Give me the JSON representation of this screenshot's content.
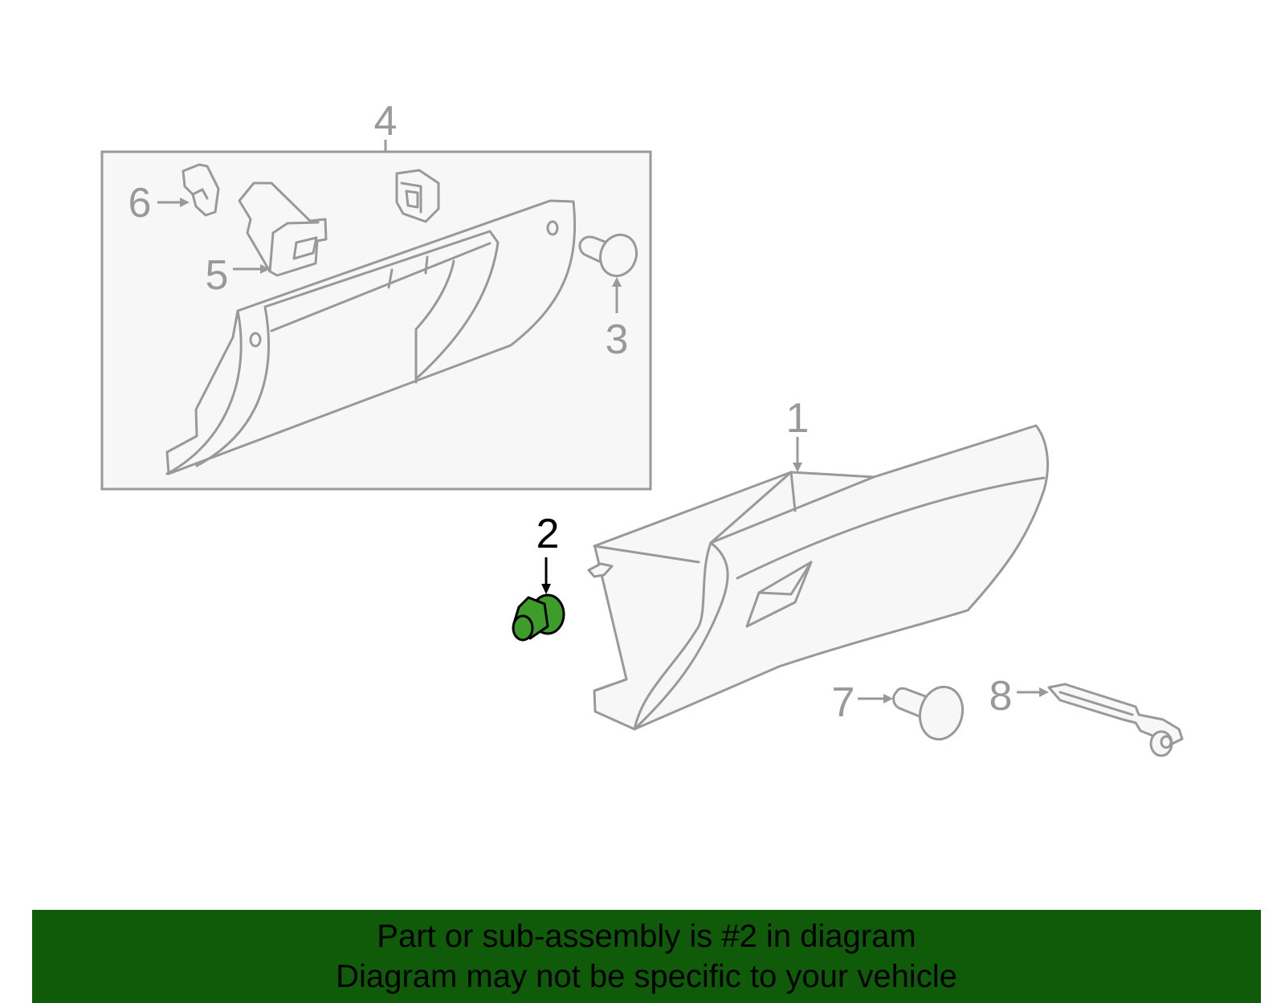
{
  "callouts": {
    "c1": "1",
    "c2": "2",
    "c3": "3",
    "c4": "4",
    "c5": "5",
    "c6": "6",
    "c7": "7",
    "c8": "8"
  },
  "highlight_color": "#3e9c2a",
  "banner": {
    "line1": "Part or sub-assembly is #2 in diagram",
    "line2": "Diagram may not be specific to your vehicle",
    "background": "#0f5b0a"
  }
}
